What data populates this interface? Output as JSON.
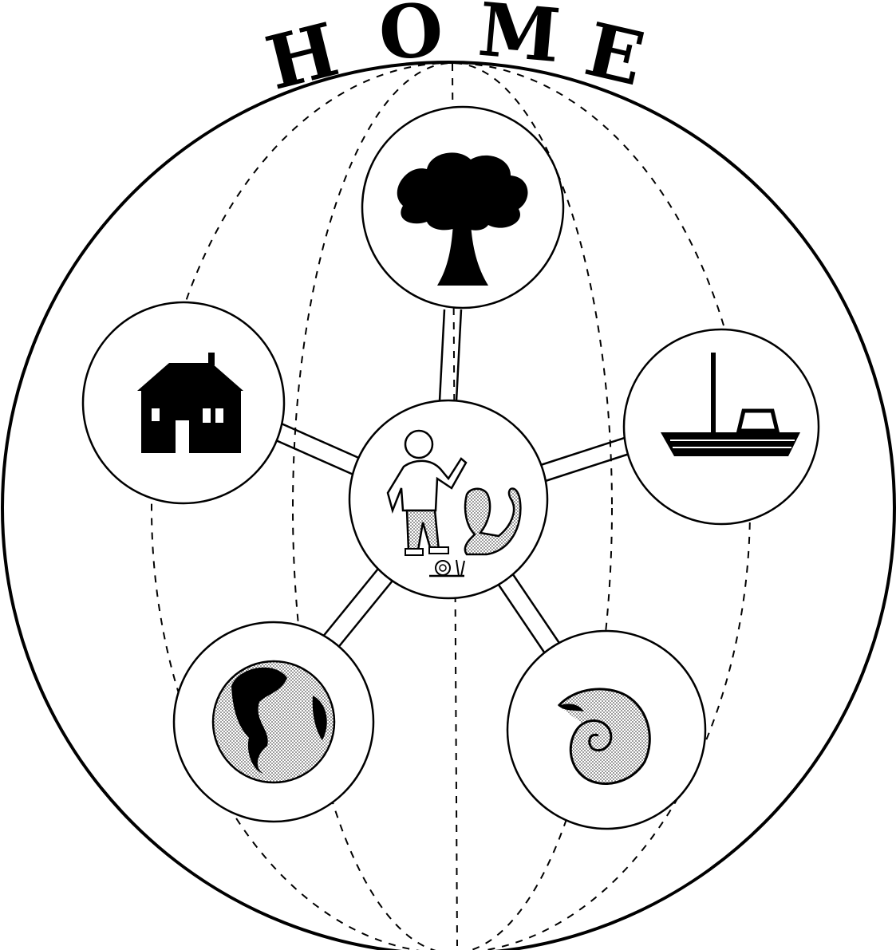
{
  "title": {
    "letters": [
      "H",
      "O",
      "M",
      "E"
    ]
  },
  "hub": {
    "icons": [
      "person-icon",
      "squirrel-icon",
      "snail-icon"
    ]
  },
  "satellites": [
    {
      "icon": "tree-icon"
    },
    {
      "icon": "boat-icon"
    },
    {
      "icon": "shell-icon"
    },
    {
      "icon": "globe-icon"
    },
    {
      "icon": "house-icon"
    }
  ],
  "colors": {
    "ink": "#000000",
    "paper": "#ffffff",
    "stipple": "#b8b8b8"
  }
}
